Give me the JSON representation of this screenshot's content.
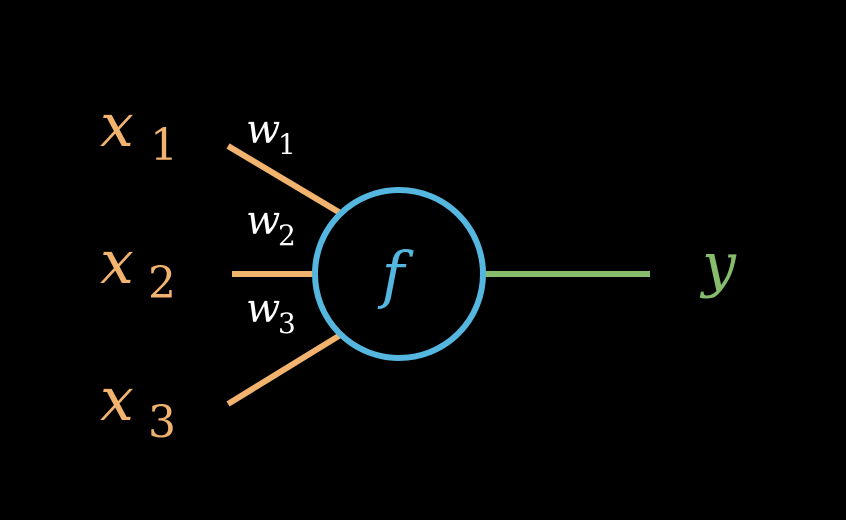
{
  "colors": {
    "background": "#000000",
    "input": "#f2b36f",
    "weight_text": "#ffffff",
    "neuron": "#55b7df",
    "output": "#86bc6c"
  },
  "inputs": [
    {
      "var": "x",
      "sub": "1"
    },
    {
      "var": "x",
      "sub": "2"
    },
    {
      "var": "x",
      "sub": "3"
    }
  ],
  "weights": [
    {
      "var": "w",
      "sub": "1"
    },
    {
      "var": "w",
      "sub": "2"
    },
    {
      "var": "w",
      "sub": "3"
    }
  ],
  "neuron": {
    "label": "f"
  },
  "output": {
    "label": "y"
  }
}
